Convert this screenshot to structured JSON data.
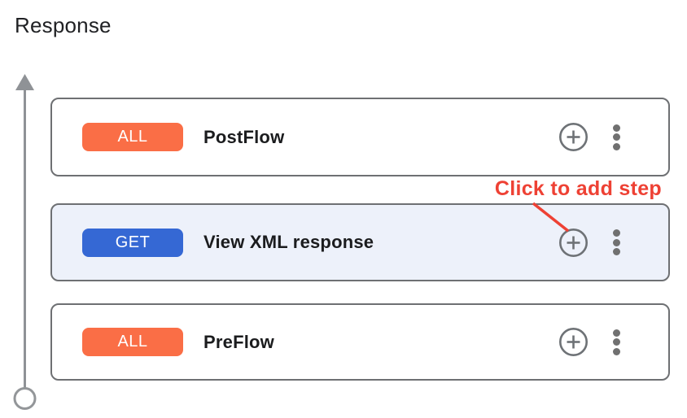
{
  "section": {
    "title": "Response"
  },
  "flow": {
    "axis": {
      "icon": "up-arrow-flow-axis",
      "direction": "up",
      "color": "#8F9296"
    },
    "cards": [
      {
        "badge": {
          "label": "ALL",
          "color": "#FA6E46"
        },
        "title": "PostFlow",
        "selected": false,
        "actions": {
          "add_step_icon": "plus-circle-icon",
          "more_icon": "kebab-menu-icon"
        }
      },
      {
        "badge": {
          "label": "GET",
          "color": "#3568D4"
        },
        "title": "View XML response",
        "selected": true,
        "actions": {
          "add_step_icon": "plus-circle-icon",
          "more_icon": "kebab-menu-icon"
        }
      },
      {
        "badge": {
          "label": "ALL",
          "color": "#FA6E46"
        },
        "title": "PreFlow",
        "selected": false,
        "actions": {
          "add_step_icon": "plus-circle-icon",
          "more_icon": "kebab-menu-icon"
        }
      }
    ]
  },
  "annotation": {
    "label": "Click to add step",
    "color": "#EE4134",
    "points_to": "add-step-button of View XML response card"
  },
  "colors": {
    "card_border": "#6E7073",
    "selected_card_bg": "#EDF1FA",
    "icon_gray": "#6E7276",
    "kebab_gray": "#707070",
    "axis_gray": "#8F9296",
    "title_text": "#1B1C1E",
    "section_title_text": "#202124"
  }
}
